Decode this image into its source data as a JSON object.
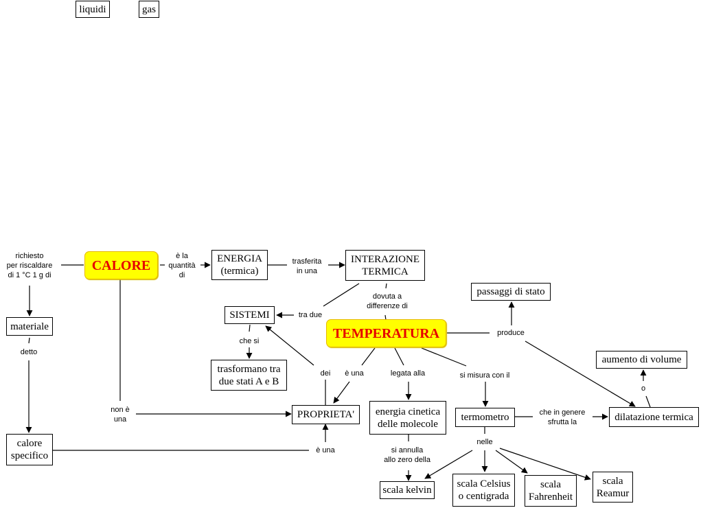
{
  "concept_map": {
    "top_nodes": [
      {
        "id": "liquidi",
        "text": "liquidi"
      },
      {
        "id": "gas",
        "text": "gas"
      }
    ],
    "nodes": [
      {
        "id": "calore",
        "text": "CALORE",
        "highlight": true
      },
      {
        "id": "energia",
        "text": "ENERGIA\n(termica)"
      },
      {
        "id": "interazione",
        "text": "INTERAZIONE\nTERMICA"
      },
      {
        "id": "sistemi",
        "text": "SISTEMI"
      },
      {
        "id": "trasformano",
        "text": "trasformano tra\ndue stati A e B"
      },
      {
        "id": "temperatura",
        "text": "TEMPERATURA",
        "highlight": true
      },
      {
        "id": "passaggi",
        "text": "passaggi di stato"
      },
      {
        "id": "aumento",
        "text": "aumento di volume"
      },
      {
        "id": "materiale",
        "text": "materiale"
      },
      {
        "id": "calore_specifico",
        "text": "calore\nspecifico"
      },
      {
        "id": "proprieta",
        "text": "PROPRIETA'"
      },
      {
        "id": "energia_cinetica",
        "text": "energia cinetica\ndelle molecole"
      },
      {
        "id": "termometro",
        "text": "termometro"
      },
      {
        "id": "dilatazione",
        "text": "dilatazione termica"
      },
      {
        "id": "kelvin",
        "text": "scala kelvin"
      },
      {
        "id": "celsius",
        "text": "scala Celsius\no centigrada"
      },
      {
        "id": "fahrenheit",
        "text": "scala\nFahrenheit"
      },
      {
        "id": "reamur",
        "text": "scala\nReamur"
      }
    ],
    "linking_phrases": [
      {
        "id": "richiesto",
        "text": "richiesto\nper riscaldare\ndi 1 °C 1 g di"
      },
      {
        "id": "e_la_quantita",
        "text": "è la\nquantità\ndi"
      },
      {
        "id": "trasferita",
        "text": "trasferita\nin una"
      },
      {
        "id": "dovuta",
        "text": "dovuta a\ndifferenze di"
      },
      {
        "id": "tra_due",
        "text": "tra due"
      },
      {
        "id": "che_si",
        "text": "che si"
      },
      {
        "id": "produce",
        "text": "produce"
      },
      {
        "id": "o",
        "text": "o"
      },
      {
        "id": "detto",
        "text": "detto"
      },
      {
        "id": "dei",
        "text": "dei"
      },
      {
        "id": "e_una_1",
        "text": "è una"
      },
      {
        "id": "legata",
        "text": "legata alla"
      },
      {
        "id": "si_misura",
        "text": "si misura con il"
      },
      {
        "id": "non_e_una",
        "text": "non è\nuna"
      },
      {
        "id": "che_in_genere",
        "text": "che in genere\nsfrutta la"
      },
      {
        "id": "e_una_2",
        "text": "è una"
      },
      {
        "id": "si_annulla",
        "text": "si annulla\nallo zero della"
      },
      {
        "id": "nelle",
        "text": "nelle"
      }
    ]
  },
  "colors": {
    "key_fill": "#ffff00",
    "key_text": "#e60000",
    "line": "#000000"
  }
}
